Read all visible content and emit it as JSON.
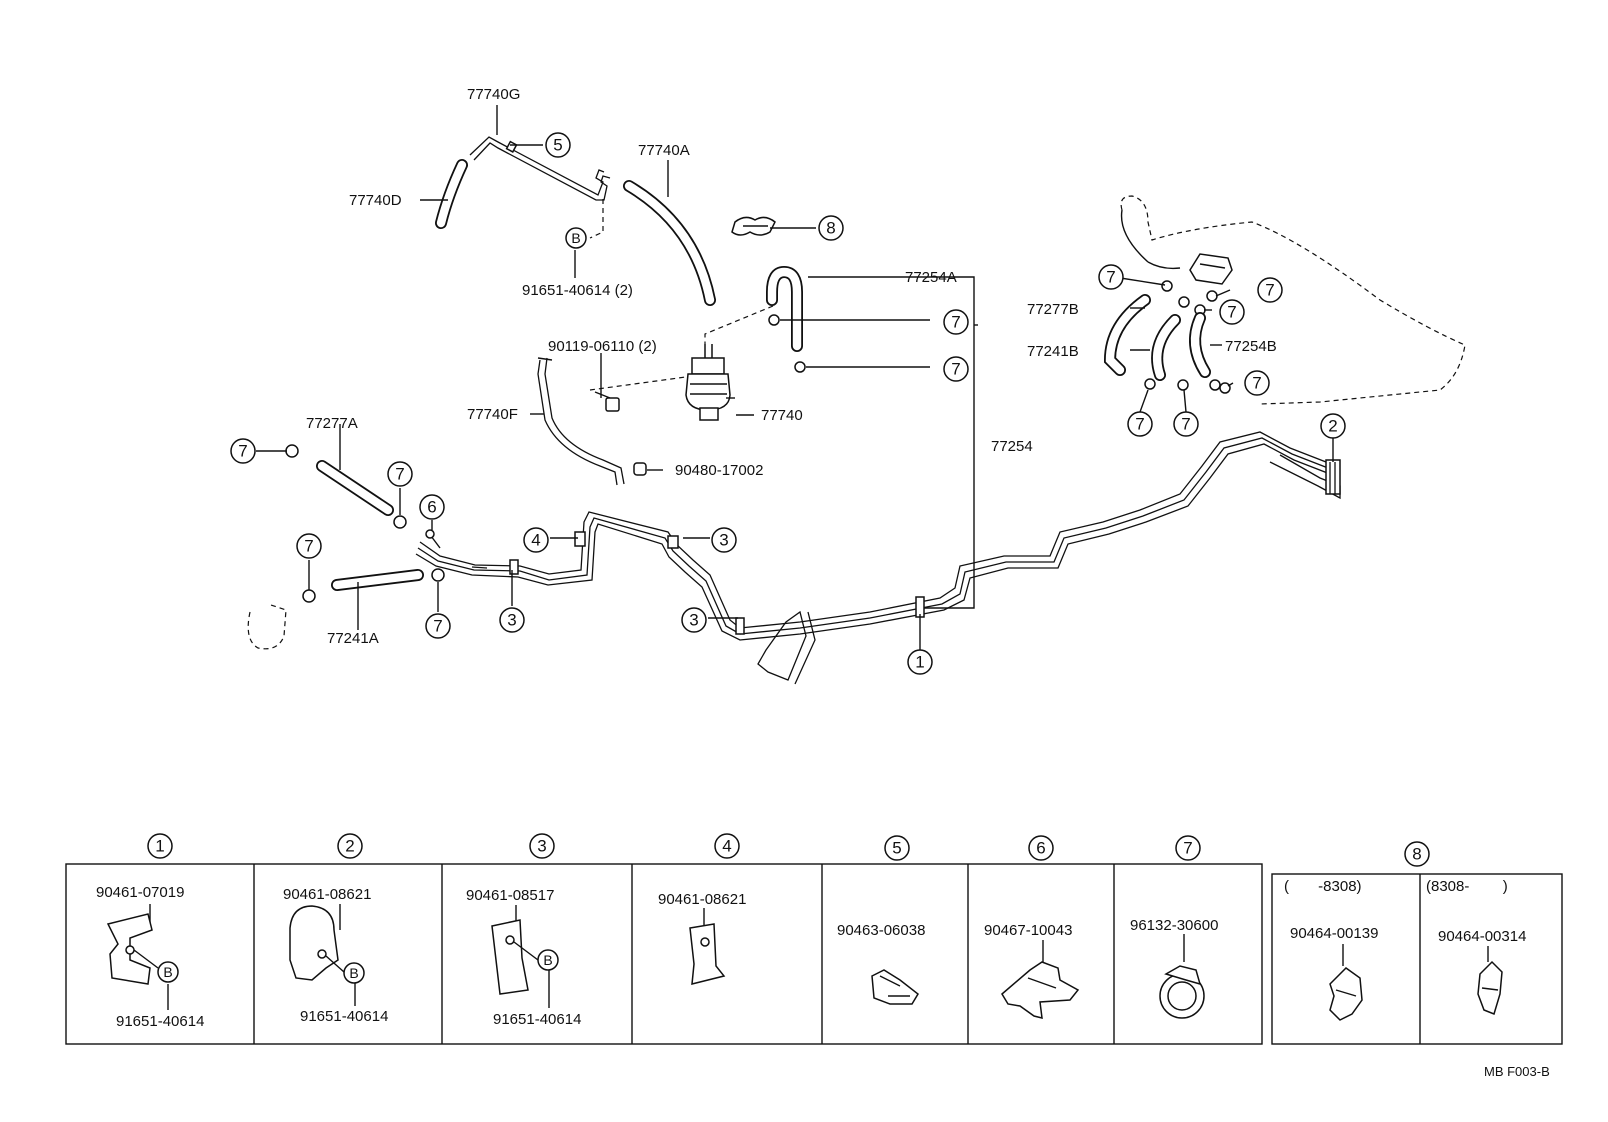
{
  "labels": {
    "p77740G": "77740G",
    "p77740D": "77740D",
    "p77740A": "77740A",
    "p91651_top": "91651-40614 (2)",
    "p77254A": "77254A",
    "p90119": "90119-06110 (2)",
    "p77740F": "77740F",
    "p77740": "77740",
    "p90480": "90480-17002",
    "p77277A": "77277A",
    "p77241A": "77241A",
    "p77254": "77254",
    "p77277B": "77277B",
    "p77241B": "77241B",
    "p77254B": "77254B"
  },
  "callouts": {
    "c1": "1",
    "c2": "2",
    "c3": "3",
    "c4": "4",
    "c5": "5",
    "c6": "6",
    "c7": "7",
    "c8": "8",
    "cB": "B"
  },
  "parts_table": {
    "cells": [
      {
        "ref": "1",
        "top": "90461-07019",
        "bottom": "91651-40614",
        "b": "B"
      },
      {
        "ref": "2",
        "top": "90461-08621",
        "bottom": "91651-40614",
        "b": "B"
      },
      {
        "ref": "3",
        "top": "90461-08517",
        "bottom": "91651-40614",
        "b": "B"
      },
      {
        "ref": "4",
        "top": "90461-08621"
      },
      {
        "ref": "5",
        "top": "90463-06038"
      },
      {
        "ref": "6",
        "top": "90467-10043"
      },
      {
        "ref": "7",
        "top": "96132-30600"
      }
    ],
    "cell8": {
      "ref": "8",
      "left_range": "(       -8308)",
      "right_range": "(8308-        )",
      "left_part": "90464-00139",
      "right_part": "90464-00314"
    }
  },
  "code": "MB F003-B"
}
